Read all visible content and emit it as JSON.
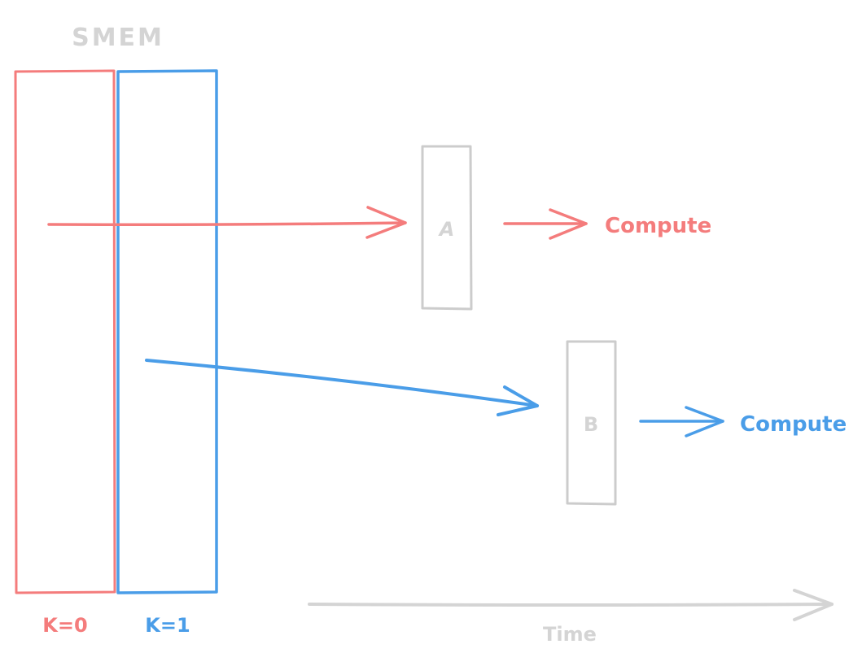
{
  "smem_label": "SMEM",
  "k0_label": "K=0",
  "k1_label": "K=1",
  "box_a_label": "A",
  "box_b_label": "B",
  "compute_a_label": "Compute",
  "compute_b_label": "Compute",
  "time_label": "Time",
  "colors": {
    "red": "#f47c7c",
    "blue": "#4a9de8",
    "gray": "#cccccc"
  }
}
